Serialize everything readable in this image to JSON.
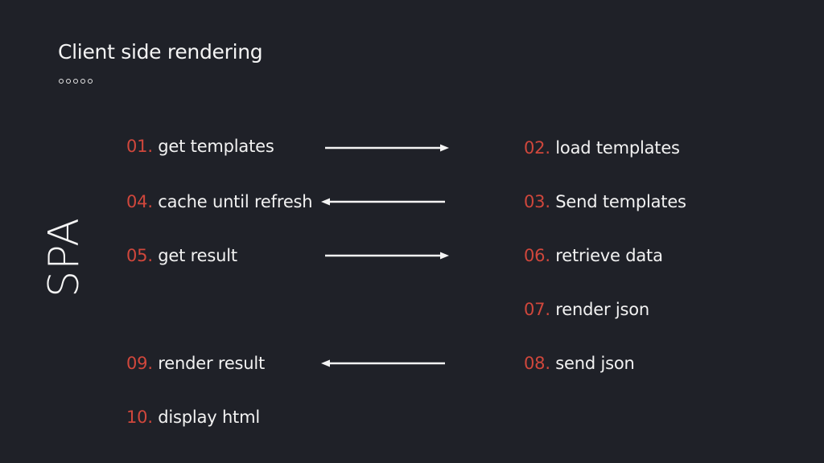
{
  "slide": {
    "title": "Client side rendering",
    "side_label": "SPA",
    "progress_dots": 5
  },
  "colors": {
    "background": "#1f2128",
    "accent": "#d0473c",
    "text": "#f2f2f2"
  },
  "left_steps": [
    {
      "num": "01.",
      "text": "get templates"
    },
    {
      "num": "04.",
      "text": "cache until refresh"
    },
    {
      "num": "05.",
      "text": "get result"
    },
    {
      "num": "09.",
      "text": "render result"
    },
    {
      "num": "10.",
      "text": "display html"
    }
  ],
  "right_steps": [
    {
      "num": "02.",
      "text": "load templates"
    },
    {
      "num": "03.",
      "text": "Send templates"
    },
    {
      "num": "06.",
      "text": "retrieve data"
    },
    {
      "num": "07.",
      "text": "render json"
    },
    {
      "num": "08.",
      "text": "send json"
    }
  ],
  "arrows": [
    {
      "from": "01.",
      "to": "02.",
      "direction": "right"
    },
    {
      "from": "03.",
      "to": "04.",
      "direction": "left"
    },
    {
      "from": "05.",
      "to": "06.",
      "direction": "right"
    },
    {
      "from": "08.",
      "to": "09.",
      "direction": "left"
    }
  ]
}
